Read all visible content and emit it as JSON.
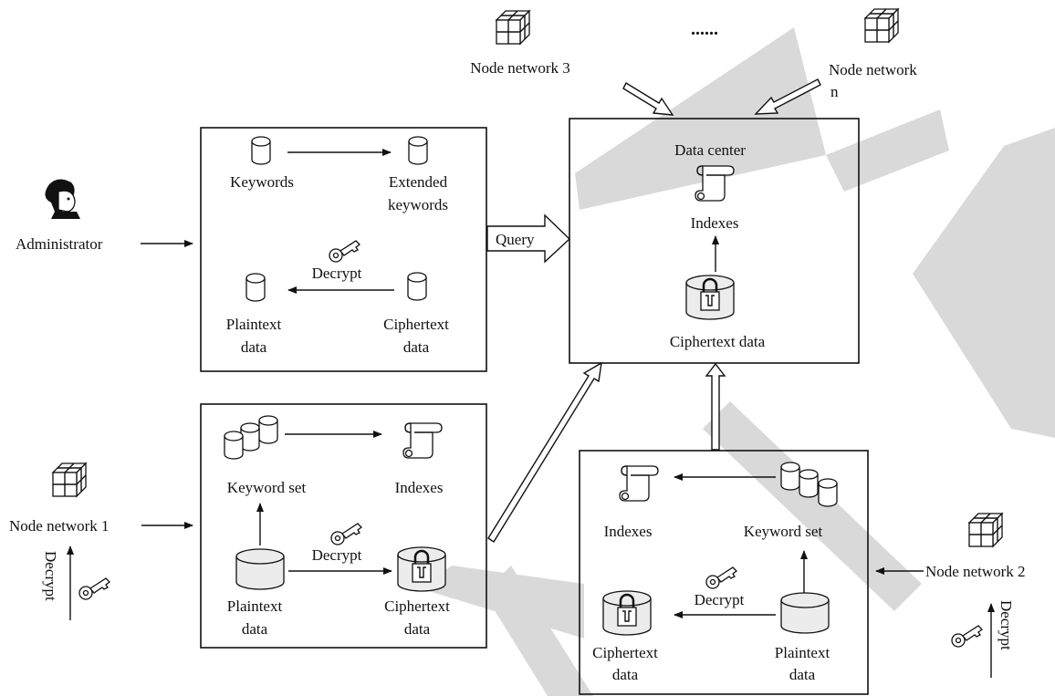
{
  "colors": {
    "stroke": "#111111",
    "watermark": "#d9d9d9",
    "background": "#ffffff"
  },
  "icons": [
    "cube-grid-icon",
    "database-icon",
    "scroll-icon",
    "key-icon",
    "locked-database-icon",
    "person-icon"
  ],
  "labels": {
    "node_network_3": "Node network 3",
    "ellipsis": "......",
    "node_network_n_line1": "Node network",
    "node_network_n_line2": "n",
    "administrator": "Administrator",
    "node_network_1": "Node network 1",
    "node_network_2": "Node network 2",
    "query": "Query",
    "decrypt_side": "Decrypt"
  },
  "admin_box": {
    "keywords": "Keywords",
    "extended_line1": "Extended",
    "extended_line2": "keywords",
    "decrypt": "Decrypt",
    "plaintext_line1": "Plaintext",
    "plaintext_line2": "data",
    "ciphertext_line1": "Ciphertext",
    "ciphertext_line2": "data"
  },
  "data_center": {
    "title": "Data center",
    "indexes": "Indexes",
    "ciphertext": "Ciphertext data"
  },
  "node1_box": {
    "keyword_set": "Keyword set",
    "indexes": "Indexes",
    "decrypt": "Decrypt",
    "plaintext_line1": "Plaintext",
    "plaintext_line2": "data",
    "ciphertext_line1": "Ciphertext",
    "ciphertext_line2": "data"
  },
  "node2_box": {
    "indexes": "Indexes",
    "keyword_set": "Keyword set",
    "decrypt": "Decrypt",
    "ciphertext_line1": "Ciphertext",
    "ciphertext_line2": "data",
    "plaintext_line1": "Plaintext",
    "plaintext_line2": "data"
  }
}
